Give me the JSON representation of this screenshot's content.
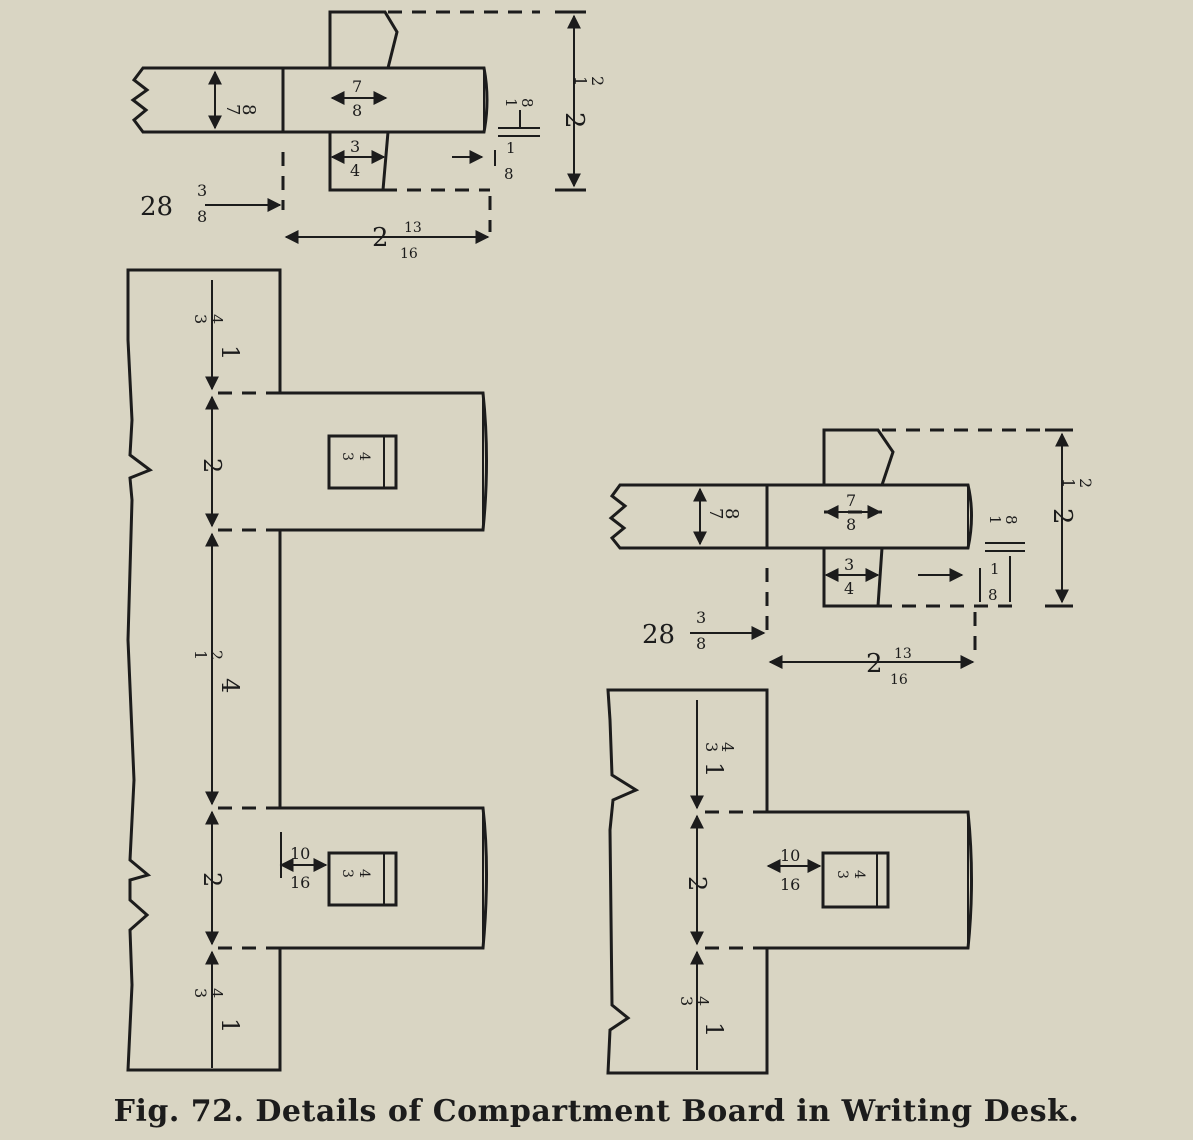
{
  "caption": "Fig. 72.  Details of Compartment Board in Writing Desk.",
  "top_left": {
    "board_thickness": {
      "num": "7",
      "den": "8"
    },
    "notch_width": {
      "num": "7",
      "den": "8"
    },
    "tenon_depth": {
      "num": "3",
      "den": "4"
    },
    "overall_height": {
      "whole": "2",
      "num": "1",
      "den": "2"
    },
    "clearance_top": {
      "num": "1",
      "den": "8"
    },
    "clearance_bottom": {
      "num": "1",
      "den": "8"
    },
    "offset": {
      "whole": "28",
      "num": "3",
      "den": "8"
    },
    "depth": {
      "whole": "2",
      "num": "13",
      "den": "16"
    }
  },
  "top_right": {
    "board_thickness": {
      "num": "7",
      "den": "8"
    },
    "notch_width": {
      "num": "7",
      "den": "8"
    },
    "tenon_depth": {
      "num": "3",
      "den": "4"
    },
    "overall_height": {
      "whole": "2",
      "num": "1",
      "den": "2"
    },
    "clearance_top": {
      "num": "1",
      "den": "8"
    },
    "clearance_bottom": {
      "num": "1",
      "den": "8"
    },
    "offset": {
      "whole": "28",
      "num": "3",
      "den": "8"
    },
    "depth": {
      "whole": "2",
      "num": "13",
      "den": "16"
    }
  },
  "large_board": {
    "top_section": {
      "whole": "1",
      "num": "3",
      "den": "4"
    },
    "tenon_one_width": "2",
    "middle_section": {
      "whole": "4",
      "num": "1",
      "den": "2"
    },
    "tenon_two_width": "2",
    "bottom_section": {
      "whole": "1",
      "num": "3",
      "den": "4"
    },
    "mortise_one": {
      "num": "3",
      "den": "4"
    },
    "mortise_two": {
      "num": "3",
      "den": "4"
    },
    "mortise_offset": {
      "num": "10",
      "den": "16"
    }
  },
  "small_board": {
    "top_section": {
      "whole": "1",
      "num": "3",
      "den": "4"
    },
    "tenon_width": "2",
    "bottom_section": {
      "whole": "1",
      "num": "3",
      "den": "4"
    },
    "mortise": {
      "num": "3",
      "den": "4"
    },
    "mortise_offset": {
      "num": "10",
      "den": "16"
    }
  }
}
